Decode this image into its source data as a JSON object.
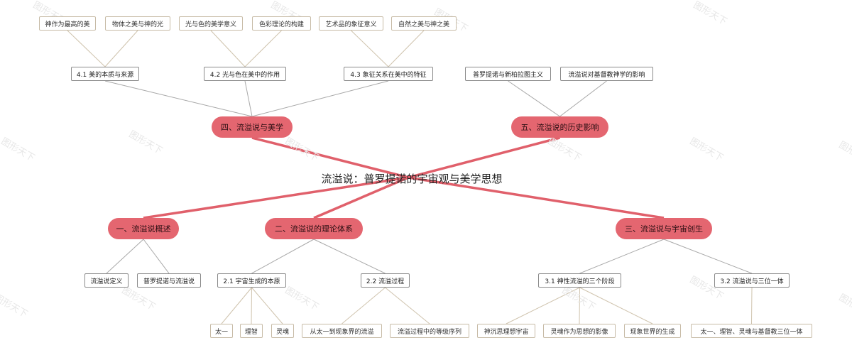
{
  "watermark": "图形天下",
  "root": "流溢说：普罗提诺的宇宙观与美学思想",
  "branches": {
    "b1": {
      "title": "一、流溢说概述",
      "children": [
        "流溢说定义",
        "普罗提诺与流溢说"
      ]
    },
    "b2": {
      "title": "二、流溢说的理论体系",
      "c1": {
        "title": "2.1 宇宙生成的本原",
        "leaves": [
          "太一",
          "理智",
          "灵魂"
        ]
      },
      "c2": {
        "title": "2.2 流溢过程",
        "leaves": [
          "从太一到现象界的流溢",
          "流溢过程中的等级序列"
        ]
      }
    },
    "b3": {
      "title": "三、流溢说与宇宙创生",
      "c1": {
        "title": "3.1 神性流溢的三个阶段",
        "leaves": [
          "神沉思理想宇宙",
          "灵魂作为思想的影像",
          "现象世界的生成"
        ]
      },
      "c2": {
        "title": "3.2 流溢说与三位一体",
        "leaves": [
          "太一、理智、灵魂与基督教三位一体"
        ]
      }
    },
    "b4": {
      "title": "四、流溢说与美学",
      "c1": {
        "title": "4.1 美的本质与来源",
        "leaves": [
          "神作为最高的美",
          "物体之美与神的光"
        ]
      },
      "c2": {
        "title": "4.2 光与色在美中的作用",
        "leaves": [
          "光与色的美学意义",
          "色彩理论的构建"
        ]
      },
      "c3": {
        "title": "4.3 象征关系在美中的特征",
        "leaves": [
          "艺术品的象征意义",
          "自然之美与神之美"
        ]
      }
    },
    "b5": {
      "title": "五、流溢说的历史影响",
      "children": [
        "普罗提诺与新柏拉图主义",
        "流溢说对基督教神学的影响"
      ]
    }
  },
  "colors": {
    "branch_fill": "#e46670",
    "branch_line": "#e0606b",
    "level2_line": "#a8a8a8",
    "level3_line": "#cfc3ad"
  }
}
